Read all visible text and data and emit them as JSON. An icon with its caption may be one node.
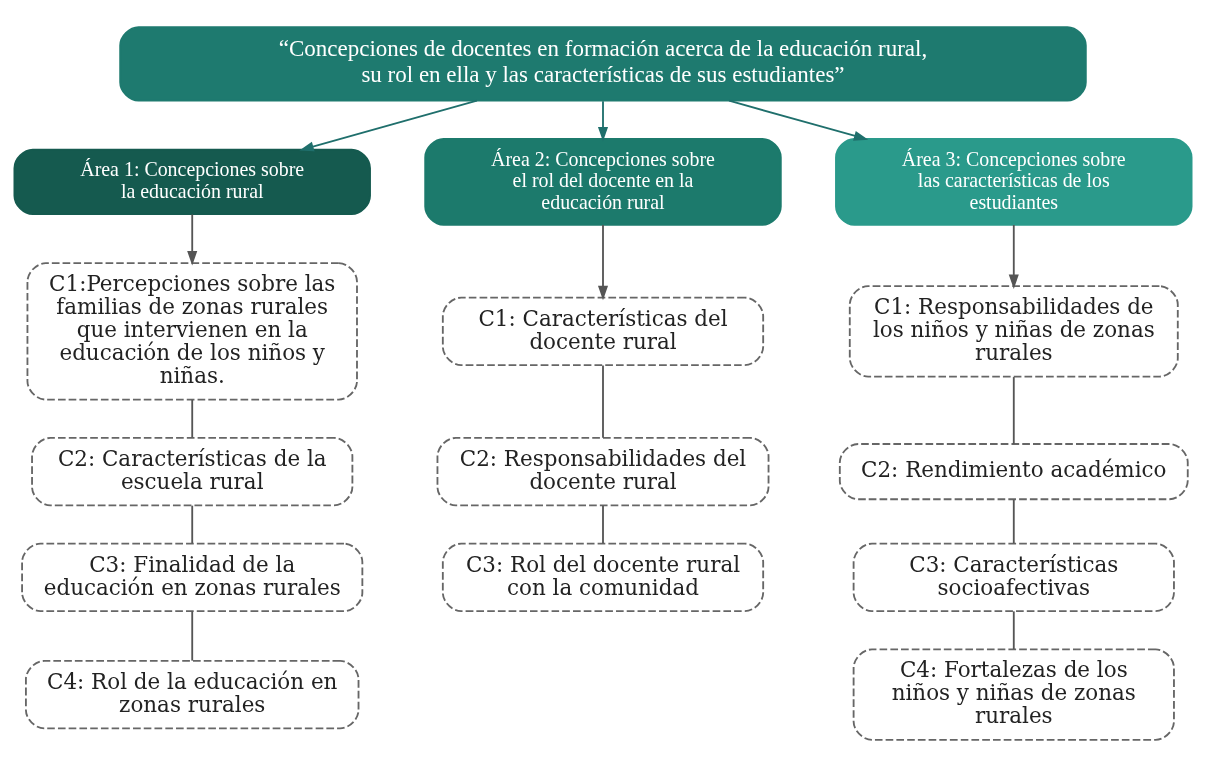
{
  "diagram": {
    "nodes": [
      {
        "text": [
          "“Concepciones de docentes en formación acerca de la educación rural, su rol en ella y las características de sus estudiantes”"
        ]
      },
      {
        "text": [
          "Área 1: Concepciones sobre la educación rural"
        ]
      },
      {
        "text": [
          "Área 2: Concepciones sobre el rol del docente en la educación rural"
        ]
      },
      {
        "text": [
          "Área 3: Concepciones sobre las características de los estudiantes"
        ]
      },
      {
        "text": [
          "C1:Percepciones sobre las familias de zonas rurales que intervienen en la educación de los niños y niñas."
        ]
      },
      {
        "text": [
          "C2: Características de la escuela rural"
        ]
      },
      {
        "text": [
          "C3: Finalidad de la educación en zonas rurales"
        ]
      },
      {
        "text": [
          "C4: Rol de la educación en zonas rurales"
        ]
      },
      {
        "text": [
          "C1: Características del docente rural"
        ]
      },
      {
        "text": [
          "C2: Responsabilidades del docente rural"
        ]
      },
      {
        "text": [
          "C3: Rol del docente rural con la comunidad"
        ]
      },
      {
        "text": [
          "C1: Responsabilidades de los niños y niñas de zonas rurales"
        ]
      },
      {
        "text": [
          "C2: Rendimiento académico"
        ]
      },
      {
        "text": [
          "C3: Características socioafectivas"
        ]
      },
      {
        "text": [
          "C4: Fortalezas de los niños y niñas de zonas rurales"
        ]
      }
    ],
    "edges": [
      {
        "from": 0,
        "to": 1,
        "arrow": "to",
        "color": "#1f6f6c"
      },
      {
        "from": 0,
        "to": 2,
        "arrow": "to",
        "color": "#1f6f6c"
      },
      {
        "from": 0,
        "to": 3,
        "arrow": "to",
        "color": "#1f6f6c"
      },
      {
        "from": 1,
        "to": 4,
        "arrow": "to"
      },
      {
        "from": 2,
        "to": 8,
        "arrow": "to"
      },
      {
        "from": 3,
        "to": 11,
        "arrow": "to"
      },
      {
        "from": 4,
        "to": 5,
        "arrow": "none"
      },
      {
        "from": 5,
        "to": 6,
        "arrow": "none"
      },
      {
        "from": 6,
        "to": 7,
        "arrow": "none"
      },
      {
        "from": 8,
        "to": 9,
        "arrow": "none"
      },
      {
        "from": 9,
        "to": 10,
        "arrow": "none"
      },
      {
        "from": 11,
        "to": 12,
        "arrow": "none"
      },
      {
        "from": 12,
        "to": 13,
        "arrow": "none"
      },
      {
        "from": 13,
        "to": 14,
        "arrow": "none"
      }
    ]
  }
}
